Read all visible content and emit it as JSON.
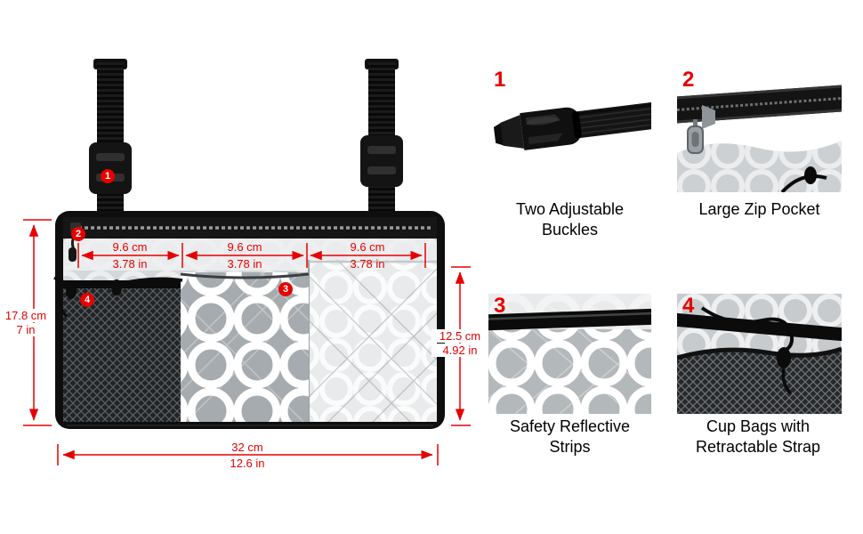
{
  "annotation_color": "#e60000",
  "caption_color": "#000000",
  "product": {
    "badges": {
      "b1": "1",
      "b2": "2",
      "b3": "3",
      "b4": "4"
    },
    "dimensions": {
      "height_left": {
        "metric": "17.8 cm",
        "imperial": "7 in"
      },
      "height_right": {
        "metric": "12.5 cm",
        "imperial": "4.92 in"
      },
      "width_bottom": {
        "metric": "32 cm",
        "imperial": "12.6 in"
      },
      "pocket_1": {
        "metric": "9.6 cm",
        "imperial": "3.78 in"
      },
      "pocket_2": {
        "metric": "9.6 cm",
        "imperial": "3.78 in"
      },
      "pocket_3": {
        "metric": "9.6 cm",
        "imperial": "3.78 in"
      }
    }
  },
  "features": [
    {
      "num": "1",
      "line1": "Two Adjustable",
      "line2": "Buckles"
    },
    {
      "num": "2",
      "line1": "Large Zip Pocket",
      "line2": ""
    },
    {
      "num": "3",
      "line1": "Safety Reflective",
      "line2": "Strips"
    },
    {
      "num": "4",
      "line1": "Cup Bags with",
      "line2": "Retractable Strap"
    }
  ]
}
